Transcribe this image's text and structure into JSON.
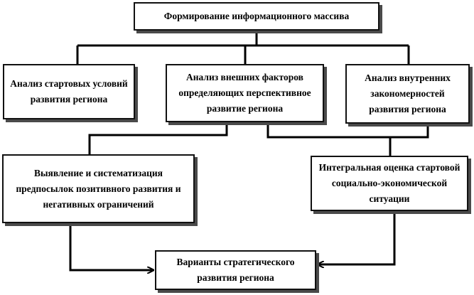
{
  "diagram": {
    "colors": {
      "border": "#111111",
      "shadow": "#4a4a4a",
      "line": "#000000",
      "text": "#000000"
    },
    "nodes": {
      "top": {
        "text": "Формирование информационного массива"
      },
      "left": {
        "text": "Анализ стартовых условий развития региона"
      },
      "middle": {
        "text": "Анализ внешних факторов определяющих перспективное развитие региона"
      },
      "right": {
        "text": "Анализ внутренних закономерностей развития региона"
      },
      "bottom_left": {
        "text": "Выявление и систематизация предпосылок позитивного развития и негативных ограничений"
      },
      "bottom_right": {
        "text": "Интегральная оценка стартовой социально-экономической ситуации"
      },
      "bottom": {
        "text": "Варианты стратегического развития региона"
      }
    }
  }
}
